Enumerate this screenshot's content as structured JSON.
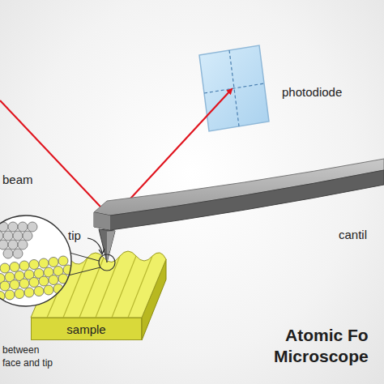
{
  "diagram": {
    "nodes": [
      {
        "text": [
          "sample"
        ]
      }
    ],
    "labels": [
      "photodiode",
      "beam",
      "tip",
      "cantil",
      "between",
      "face and tip",
      "Atomic Fo",
      "Microscope"
    ]
  }
}
